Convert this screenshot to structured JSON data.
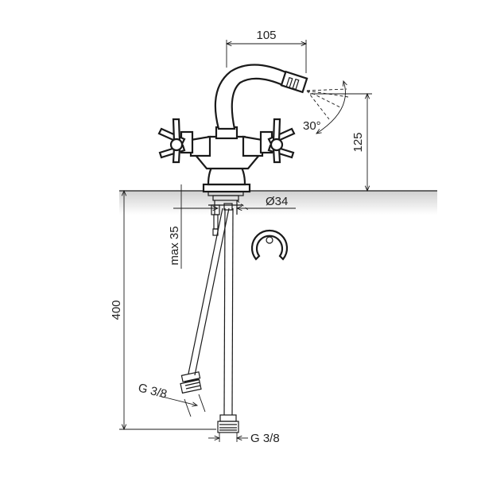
{
  "dimensions": {
    "spout_reach": "105",
    "spout_height": "125",
    "spray_angle": "30°",
    "hole_diameter": "Ø34",
    "max_thickness": "max 35",
    "hose_length": "400",
    "thread_left": "G 3/8",
    "thread_bottom": "G 3/8"
  },
  "colors": {
    "line": "#1a1a1a",
    "countertop": "#d9d9d9",
    "background": "#ffffff"
  }
}
